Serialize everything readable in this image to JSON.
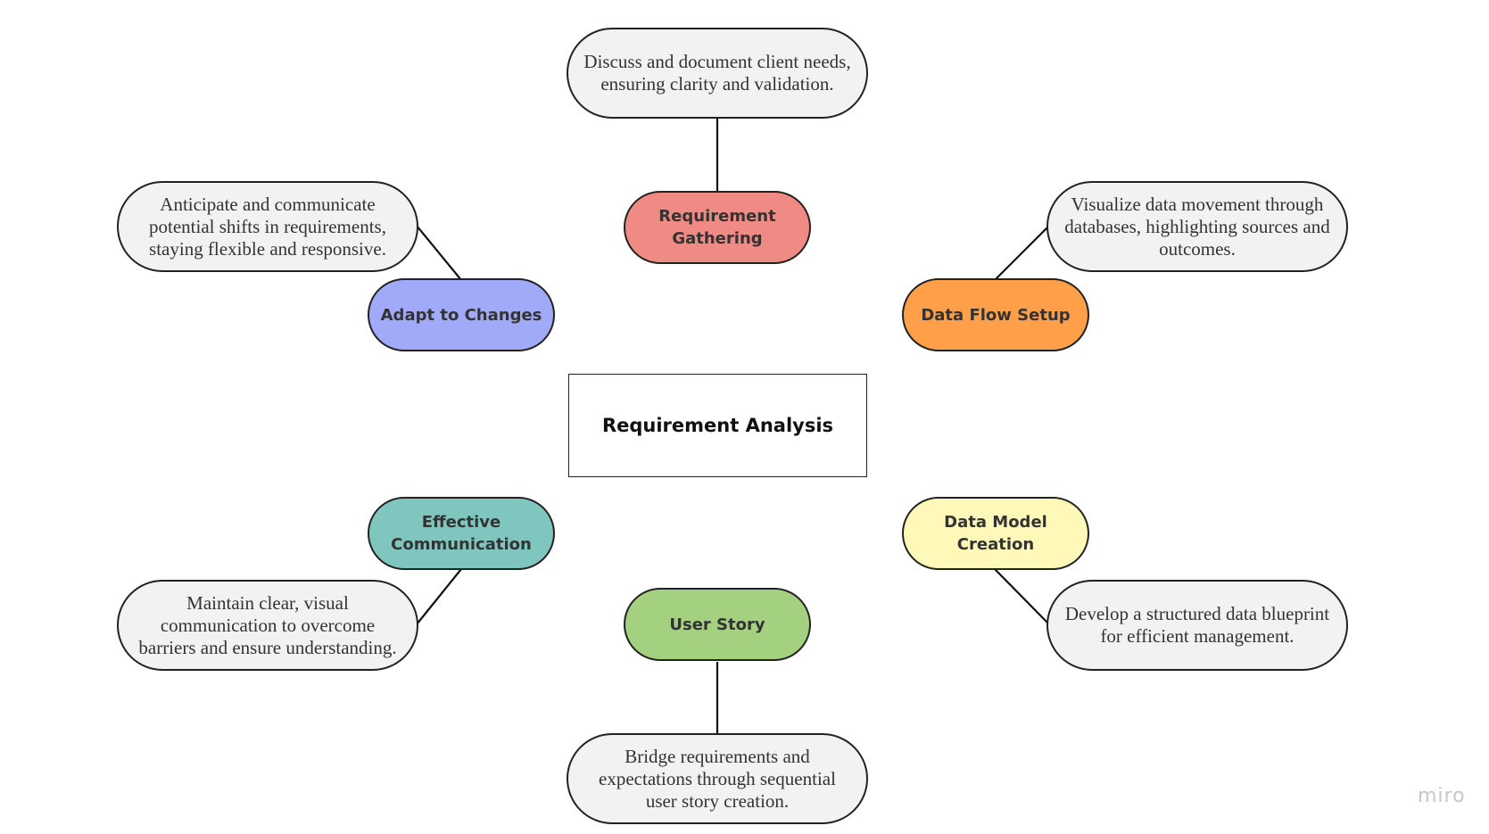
{
  "diagram": {
    "center": {
      "label": "Requirement Analysis"
    },
    "nodes": [
      {
        "key": "requirement-gathering",
        "label": "Requirement Gathering",
        "color": "#f08a84",
        "description": "Discuss and document client needs, ensuring clarity and validation."
      },
      {
        "key": "data-flow-setup",
        "label": "Data Flow Setup",
        "color": "#ff9f4a",
        "description": "Visualize data movement through databases, highlighting sources and outcomes."
      },
      {
        "key": "data-model-creation",
        "label": "Data Model Creation",
        "color": "#fef9b8",
        "description": "Develop a structured data blueprint for efficient management."
      },
      {
        "key": "user-story",
        "label": "User Story",
        "color": "#a4d17f",
        "description": "Bridge requirements and expectations through sequential user story creation."
      },
      {
        "key": "effective-communication",
        "label": "Effective Communication",
        "color": "#7fc6bf",
        "description": "Maintain clear, visual communication to overcome barriers and ensure understanding."
      },
      {
        "key": "adapt-to-changes",
        "label": "Adapt to Changes",
        "color": "#a0aaf8",
        "description": "Anticipate and communicate potential shifts in requirements, staying flexible and responsive."
      }
    ]
  },
  "watermark": {
    "text": "miro"
  }
}
